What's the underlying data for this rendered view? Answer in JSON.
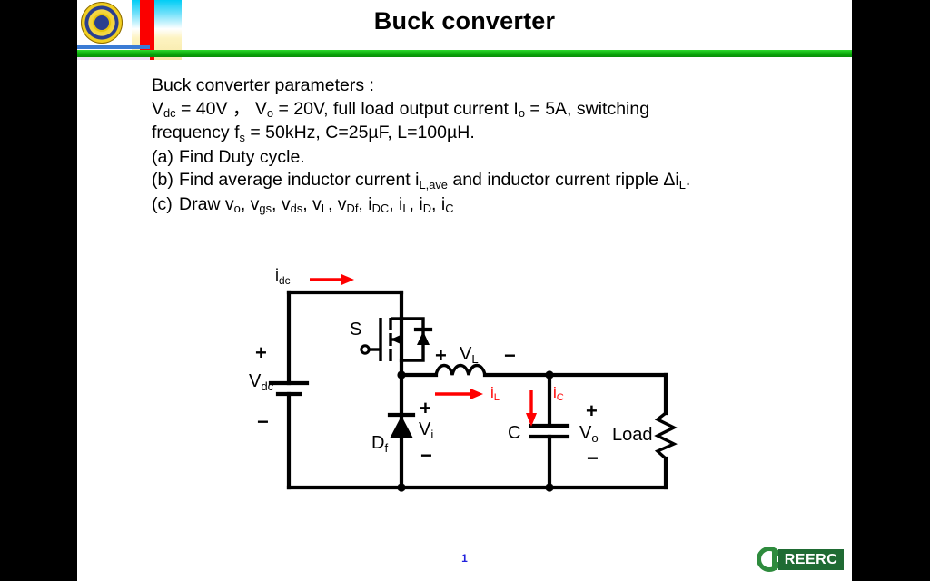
{
  "slide": {
    "title": "Buck converter",
    "page_number": "1",
    "footer_logo_text": "REERC",
    "colors": {
      "accent_green": "#0aa70a",
      "arrow_red": "#ff0000",
      "page_number_blue": "#2222dd",
      "logo_green": "#2e8b3d"
    }
  },
  "body": {
    "heading": "Buck converter parameters :",
    "line2_parts": {
      "v_dc": "V",
      "v_dc_sub": "dc",
      "v_dc_val": " = 40V ， ",
      "v_o": "V",
      "v_o_sub": "o",
      "v_o_val": " = 20V, full load output current ",
      "i_o": "I",
      "i_o_sub": "o",
      "i_o_val": " = 5A, switching"
    },
    "line3_parts": {
      "freq_pre": "frequency ",
      "f": "f",
      "f_sub": "s",
      "f_val": " = 50kHz, C=25µF, L=100µH."
    },
    "items": [
      {
        "marker": "(a)",
        "text": "Find Duty cycle."
      },
      {
        "marker": "(b)",
        "pre": "Find average inductor current ",
        "sym": "i",
        "sym_sub": "L,ave",
        "mid": " and inductor current ripple ",
        "sym2": "Δi",
        "sym2_sub": "L",
        "post": "."
      },
      {
        "marker": "(c)",
        "pre": "Draw ",
        "vars": [
          {
            "base": "v",
            "sub": "o"
          },
          {
            "base": "v",
            "sub": "gs"
          },
          {
            "base": "v",
            "sub": "ds"
          },
          {
            "base": "v",
            "sub": "L"
          },
          {
            "base": "v",
            "sub": "Df"
          },
          {
            "base": "i",
            "sub": "DC"
          },
          {
            "base": "i",
            "sub": "L"
          },
          {
            "base": "i",
            "sub": "D"
          },
          {
            "base": "i",
            "sub": "C"
          }
        ]
      }
    ]
  },
  "circuit": {
    "labels": {
      "i_dc": "i",
      "i_dc_sub": "dc",
      "v_dc": "V",
      "v_dc_sub": "dc",
      "plus_source": "+",
      "minus_source": "−",
      "switch": "S",
      "diode": "D",
      "diode_sub": "f",
      "v_i": "V",
      "v_i_sub": "i",
      "plus_vi": "+",
      "minus_vi": "−",
      "plus_vl": "+",
      "v_l": "V",
      "v_l_sub": "L",
      "minus_vl": "−",
      "i_l": "i",
      "i_l_sub": "L",
      "i_c": "i",
      "i_c_sub": "C",
      "cap": "C",
      "plus_vo": "+",
      "v_o": "V",
      "v_o_sub": "o",
      "minus_vo": "−",
      "load": "Load"
    }
  }
}
